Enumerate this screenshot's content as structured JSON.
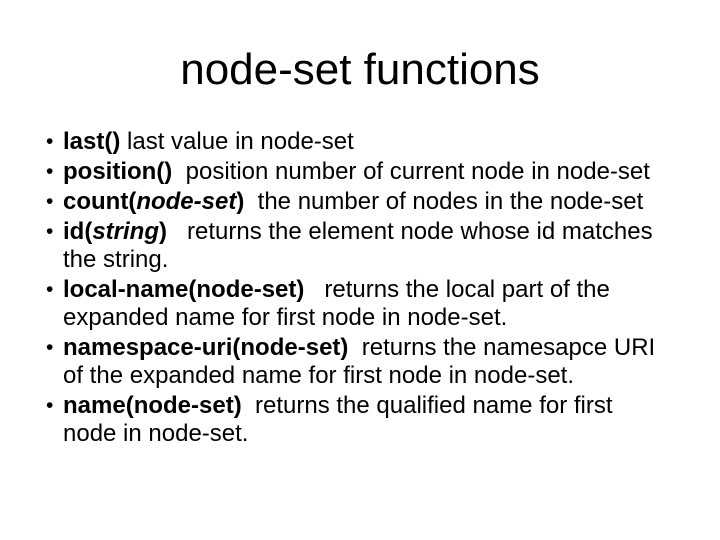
{
  "slide": {
    "title": "node-set functions",
    "bullet_glyph": "•",
    "colors": {
      "background": "#ffffff",
      "text": "#000000"
    },
    "bullets": [
      {
        "lines": [
          [
            {
              "t": "last()",
              "b": true
            },
            {
              "t": " last value in node-set"
            }
          ]
        ]
      },
      {
        "lines": [
          [
            {
              "t": "position()",
              "b": true
            },
            {
              "t": "  position number of current node in node-set"
            }
          ]
        ]
      },
      {
        "lines": [
          [
            {
              "t": "count(",
              "b": true
            },
            {
              "t": "node-set",
              "b": true,
              "i": true
            },
            {
              "t": ")",
              "b": true
            },
            {
              "t": "  the number of nodes in the node-set"
            }
          ]
        ]
      },
      {
        "lines": [
          [
            {
              "t": "id(",
              "b": true
            },
            {
              "t": "string",
              "b": true,
              "i": true
            },
            {
              "t": ")",
              "b": true
            },
            {
              "t": "   returns the element node whose id matches"
            }
          ],
          [
            {
              "t": "the string."
            }
          ]
        ]
      },
      {
        "lines": [
          [
            {
              "t": "local-name(node-set)",
              "b": true
            },
            {
              "t": "   returns the local part of the"
            }
          ],
          [
            {
              "t": "expanded name for first node in node-set."
            }
          ]
        ]
      },
      {
        "lines": [
          [
            {
              "t": "namespace-uri(node-set)",
              "b": true
            },
            {
              "t": "  returns the namesapce URI"
            }
          ],
          [
            {
              "t": "of the expanded name for first node in node-set."
            }
          ]
        ]
      },
      {
        "lines": [
          [
            {
              "t": "name(node-set)",
              "b": true
            },
            {
              "t": "  returns the qualified name for first"
            }
          ],
          [
            {
              "t": "node in node-set."
            }
          ]
        ]
      }
    ]
  }
}
